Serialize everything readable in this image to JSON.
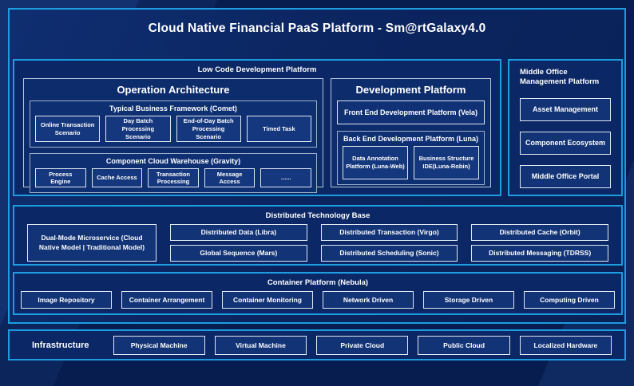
{
  "title": "Cloud Native Financial PaaS Platform - Sm@rtGalaxy4.0",
  "colors": {
    "accent_border": "#1d9ce0",
    "light_border": "#dfe7f2",
    "background": "#081d4f",
    "panel_fill": "#0b2765",
    "text": "#ffffff"
  },
  "low_code_platform": {
    "label": "Low Code Development Platform",
    "operation_architecture": {
      "title": "Operation Architecture",
      "typical_business_framework": {
        "label": "Typical Business Framework (Comet)",
        "items": [
          "Online Transaction Scenario",
          "Day Batch Processing Scenario",
          "End-of-Day Batch Processing Scenario",
          "Timed Task"
        ]
      },
      "component_cloud_warehouse": {
        "label": "Component Cloud Warehouse (Gravity)",
        "items": [
          "Process Engine",
          "Cache Access",
          "Transaction Processing",
          "Message Access",
          "......"
        ]
      }
    },
    "development_platform": {
      "title": "Development Platform",
      "front_end": "Front End Development Platform (Vela)",
      "back_end": {
        "label": "Back End Development Platform (Luna)",
        "items": [
          "Data Annotation Platform (Luna-Web)",
          "Business Structure IDE(Luna-Robin)"
        ]
      }
    }
  },
  "middle_office": {
    "label": "Middle Office Management Platform",
    "items": [
      "Asset Management",
      "Component Ecosystem",
      "Middle Office Portal"
    ]
  },
  "distributed_base": {
    "label": "Distributed Technology Base",
    "featured": "Dual-Mode Microservice (Cloud Native Model | Traditional Model)",
    "row1": [
      "Distributed Data (Libra)",
      "Distributed Transaction (Virgo)",
      "Distributed Cache (Orbit)"
    ],
    "row2": [
      "Global Sequence (Mars)",
      "Distributed Scheduling (Sonic)",
      "Distributed Messaging (TDRSS)"
    ]
  },
  "container_platform": {
    "label": "Container Platform (Nebula)",
    "items": [
      "Image Repository",
      "Container Arrangement",
      "Container Monitoring",
      "Network Driven",
      "Storage Driven",
      "Computing Driven"
    ]
  },
  "infrastructure": {
    "label": "Infrastructure",
    "items": [
      "Physical Machine",
      "Virtual Machine",
      "Private Cloud",
      "Public Cloud",
      "Localized Hardware"
    ]
  }
}
